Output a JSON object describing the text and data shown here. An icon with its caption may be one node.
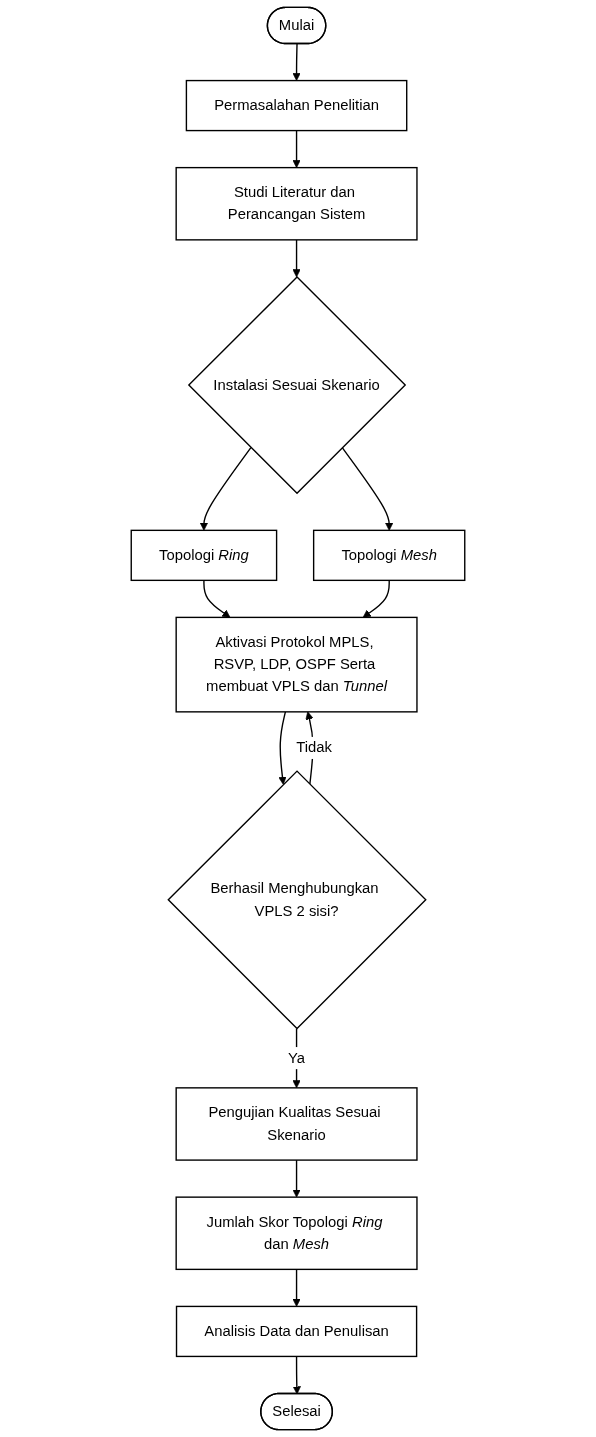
{
  "diagram": {
    "nodes": [
      {
        "text": [
          "Mulai"
        ]
      },
      {
        "text": [
          "Permasalahan Penelitian"
        ]
      },
      {
        "text": [
          "Studi Literatur dan Perancangan Sistem"
        ]
      },
      {
        "text": [
          "Instalasi Sesuai Skenario"
        ]
      },
      {
        "text": [
          "Topologi *Ring*"
        ]
      },
      {
        "text": [
          "Topologi *Mesh*"
        ]
      },
      {
        "text": [
          "Aktivasi Protokol MPLS, RSVP, LDP, OSPF Serta membuat VPLS dan *Tunnel*"
        ]
      },
      {
        "text": [
          "Berhasil Menghubungkan VPLS 2 sisi?"
        ]
      },
      {
        "text": [
          "Pengujian Kualitas Sesuai Skenario"
        ]
      },
      {
        "text": [
          "Jumlah Skor Topologi *Ring* dan *Mesh*"
        ]
      },
      {
        "text": [
          "Analisis Data dan Penulisan"
        ]
      },
      {
        "text": [
          "Selesai"
        ]
      }
    ],
    "edges": [
      {
        "from": 0,
        "to": 1,
        "arrow": "to"
      },
      {
        "from": 1,
        "to": 2,
        "arrow": "to"
      },
      {
        "from": 2,
        "to": 3,
        "arrow": "to"
      },
      {
        "from": 3,
        "to": 4,
        "arrow": "to"
      },
      {
        "from": 3,
        "to": 5,
        "arrow": "to"
      },
      {
        "from": 4,
        "to": 6,
        "arrow": "to"
      },
      {
        "from": 5,
        "to": 6,
        "arrow": "to"
      },
      {
        "from": 6,
        "to": 7,
        "arrow": "to"
      },
      {
        "from": 7,
        "to": 6,
        "label": "Tidak",
        "arrow": "to"
      },
      {
        "from": 7,
        "to": 8,
        "label": "Ya",
        "arrow": "to"
      },
      {
        "from": 8,
        "to": 9,
        "arrow": "to"
      },
      {
        "from": 9,
        "to": 10,
        "arrow": "to"
      },
      {
        "from": 10,
        "to": 11,
        "arrow": "to"
      }
    ]
  }
}
